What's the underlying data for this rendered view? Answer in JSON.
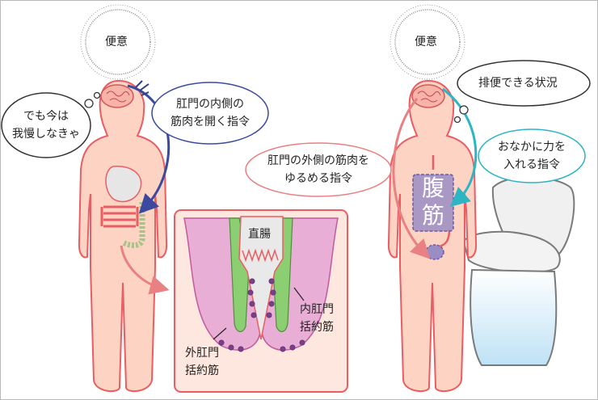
{
  "left": {
    "urge_label": "便意",
    "thought_lines": [
      "でも今は",
      "我慢しなきゃ"
    ],
    "inner_command_lines": [
      "肛門の内側の",
      "筋肉を開く指令"
    ]
  },
  "right": {
    "urge_label": "便意",
    "thought": "排便できる状況",
    "outer_command_lines": [
      "肛門の外側の筋肉を",
      "ゆるめる指令"
    ],
    "abdomen_command_lines": [
      "おなかに力を",
      "入れる指令"
    ],
    "abdominal_label_chars": [
      "腹",
      "筋"
    ]
  },
  "inset": {
    "rectum": "直腸",
    "internal_sphincter_lines": [
      "内肛門",
      "括約筋"
    ],
    "external_sphincter_lines": [
      "外肛門",
      "括約筋"
    ]
  },
  "colors": {
    "body_fill": "#fdd3c3",
    "body_stroke": "#ea5d62",
    "brain_fill": "#f7b3a7",
    "inner_arrow": "#3b4aa0",
    "outer_arrow": "#e98083",
    "abdomen_arrow": "#2db5c4",
    "abdominal_muscle": "#9a8cc4",
    "internal_muscle": "#8ccf73",
    "external_muscle": "#e8aed6"
  }
}
